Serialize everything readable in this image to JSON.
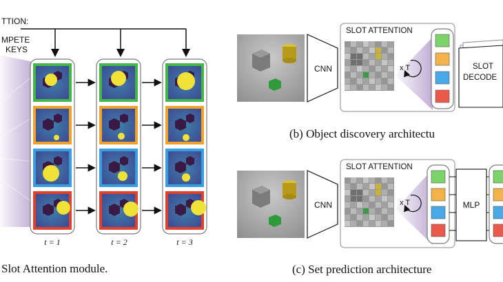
{
  "panel_a": {
    "top_label": "TTION:",
    "compete_line1": "MPETE",
    "compete_line2": "KEYS",
    "steps": [
      "t = 1",
      "t = 2",
      "t = 3"
    ],
    "caption": "Slot Attention module."
  },
  "panel_b": {
    "encoder": "CNN",
    "module_title": "SLOT ATTENTION",
    "iter": "x T",
    "decoder_line1": "SLOT",
    "decoder_line2": "DECODE",
    "caption": "(b) Object discovery architectu"
  },
  "panel_c": {
    "encoder": "CNN",
    "module_title": "SLOT ATTENTION",
    "iter": "x T",
    "mlp": "MLP",
    "caption": "(c) Set prediction architecture"
  },
  "colors": {
    "slot_1": "#7cd36a",
    "slot_2": "#f3b24a",
    "slot_3": "#48a9e6",
    "slot_4": "#ea5a4a",
    "frame_1": "#43b649",
    "frame_2": "#f0a22a",
    "frame_3": "#3a9de0",
    "frame_4": "#e0402e",
    "slot_map_bg": "#3d5e9e",
    "highlight": "#f1e23a",
    "attention_fan": "#8c6bb0"
  }
}
